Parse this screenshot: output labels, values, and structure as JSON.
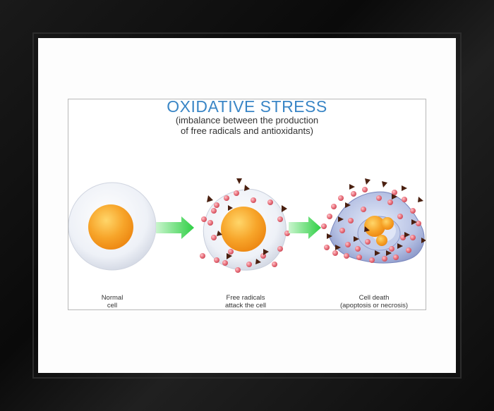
{
  "diagram": {
    "title": "OXIDATIVE STRESS",
    "subtitle_line1": "(imbalance between the production",
    "subtitle_line2": "of free radicals and antioxidants)",
    "stages": [
      {
        "caption_line1": "Normal",
        "caption_line2": "cell"
      },
      {
        "caption_line1": "Free radicals",
        "caption_line2": "attack the cell"
      },
      {
        "caption_line1": "Cell death",
        "caption_line2": "(apoptosis or necrosis)"
      }
    ]
  },
  "colors": {
    "title": "#3a86c6",
    "arrow": "#3fd34f",
    "nucleus": "#f6a020",
    "cell": "#eef1f7",
    "radical_ball": "#e8707a",
    "radical_triangle": "#4a2010",
    "frame": "#111111"
  },
  "icons": [
    "cell-icon",
    "arrow-right-icon",
    "free-radical-icon"
  ]
}
